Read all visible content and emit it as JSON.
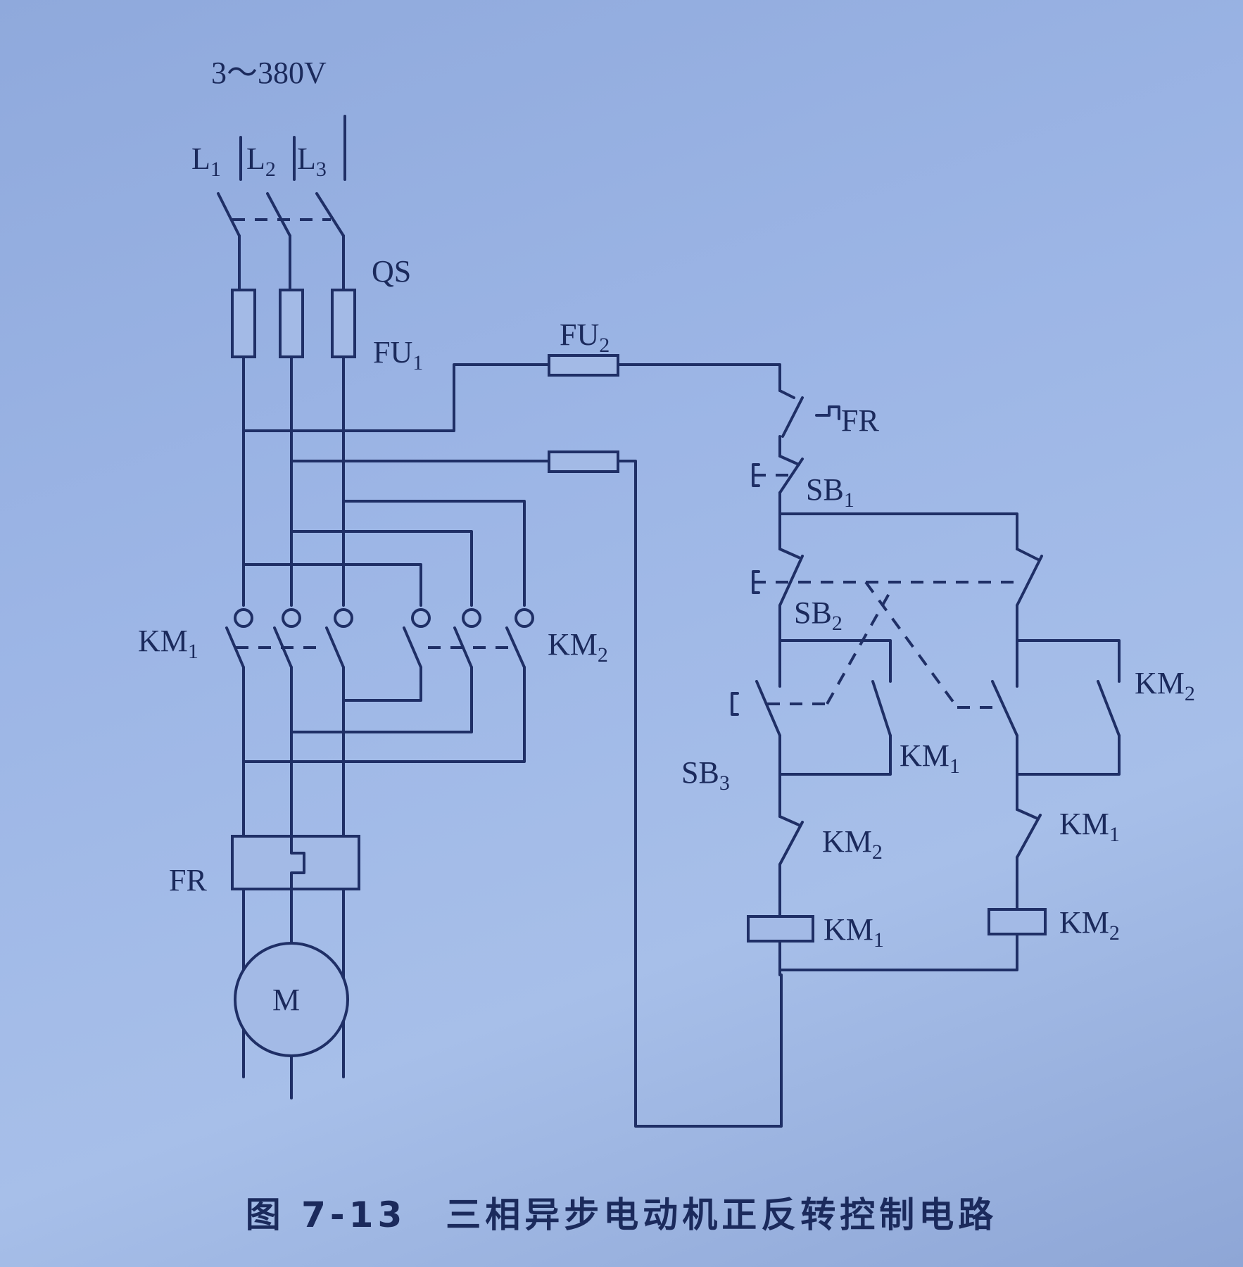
{
  "supply": {
    "voltage": "3～380V",
    "phases": [
      {
        "letter": "L",
        "sub": "1"
      },
      {
        "letter": "L",
        "sub": "2"
      },
      {
        "letter": "L",
        "sub": "3"
      }
    ]
  },
  "labels": {
    "qs": "QS",
    "fu1": {
      "main": "FU",
      "sub": "1"
    },
    "fu2": {
      "main": "FU",
      "sub": "2"
    },
    "fr_main": "FR",
    "fr_ctrl": "FR",
    "km1_main": {
      "main": "KM",
      "sub": "1"
    },
    "km2_main": {
      "main": "KM",
      "sub": "2"
    },
    "sb1": {
      "main": "SB",
      "sub": "1"
    },
    "sb2": {
      "main": "SB",
      "sub": "2"
    },
    "sb3": {
      "main": "SB",
      "sub": "3"
    },
    "km1_aux": {
      "main": "KM",
      "sub": "1"
    },
    "km2_aux": {
      "main": "KM",
      "sub": "2"
    },
    "km2_interlock": {
      "main": "KM",
      "sub": "2"
    },
    "km1_interlock": {
      "main": "KM",
      "sub": "1"
    },
    "km1_coil": {
      "main": "KM",
      "sub": "1"
    },
    "km2_coil": {
      "main": "KM",
      "sub": "2"
    },
    "motor": "M"
  },
  "caption": "图 7-13　三相异步电动机正反转控制电路"
}
